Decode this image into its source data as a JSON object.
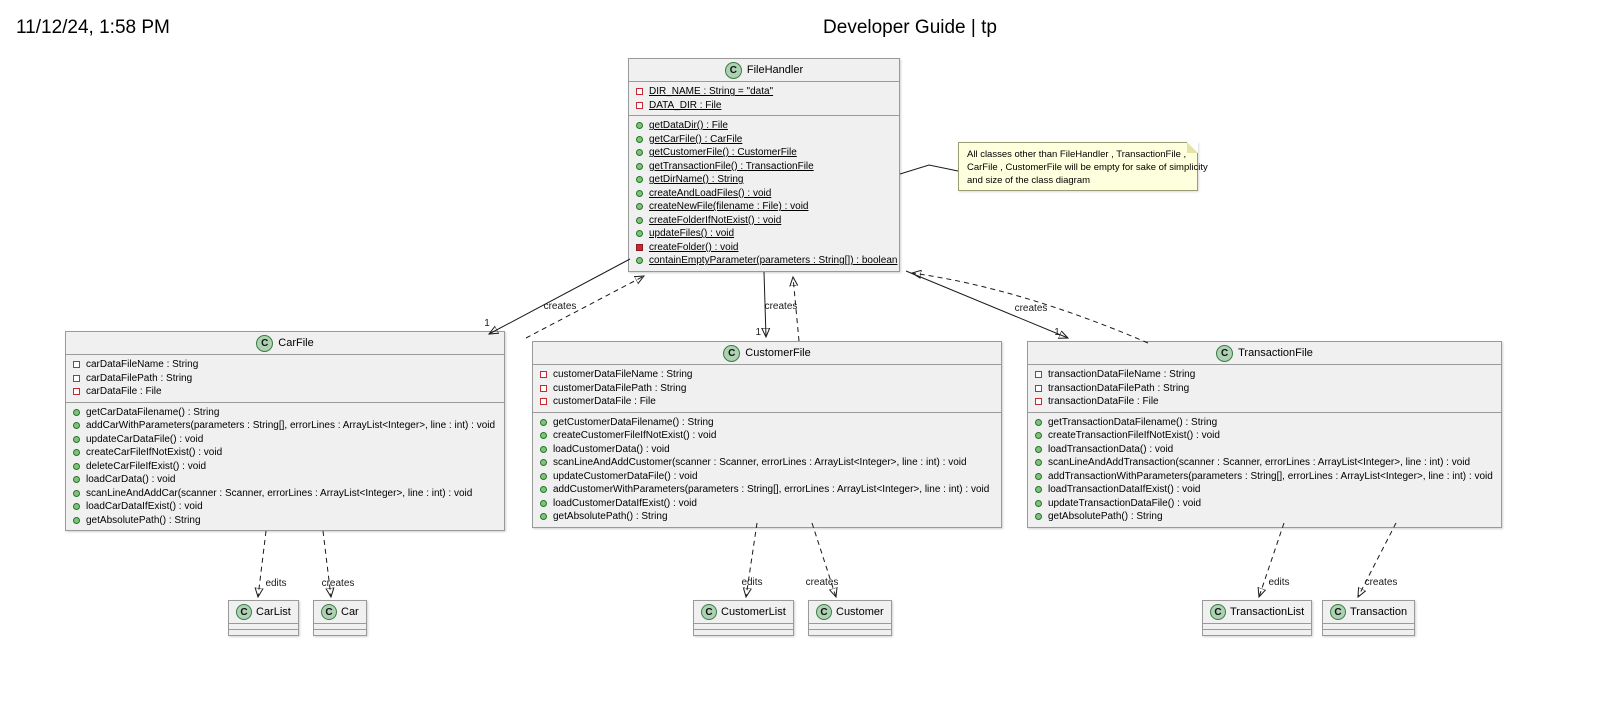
{
  "page": {
    "datetime": "11/12/24, 1:58 PM",
    "title": "Developer Guide | tp"
  },
  "uml": {
    "circle_letter": "C"
  },
  "note": {
    "lines": [
      "All classes other than FileHandler , TransactionFile ,",
      "CarFile , CustomerFile will be empty for sake of simplicity",
      "and size of the class diagram"
    ]
  },
  "classes": {
    "fileHandler": {
      "name": "FileHandler",
      "attributes": [
        {
          "text": "DIR_NAME : String = \"data\"",
          "static": true
        },
        {
          "text": "DATA_DIR : File",
          "static": true
        }
      ],
      "methods": [
        {
          "text": "getDataDir() : File",
          "static": true
        },
        {
          "text": "getCarFile() : CarFile",
          "static": true
        },
        {
          "text": "getCustomerFile() : CustomerFile",
          "static": true
        },
        {
          "text": "getTransactionFile() : TransactionFile",
          "static": true
        },
        {
          "text": "getDirName() : String",
          "static": true
        },
        {
          "text": "createAndLoadFiles() : void",
          "static": true
        },
        {
          "text": "createNewFile(filename : File) : void",
          "static": true
        },
        {
          "text": "createFolderIfNotExist() : void",
          "static": true
        },
        {
          "text": "updateFiles() : void",
          "static": true
        },
        {
          "text": "createFolder() : void",
          "static": true,
          "visibility": "private"
        },
        {
          "text": "containEmptyParameter(parameters : String[]) : boolean",
          "static": true
        }
      ]
    },
    "carFile": {
      "name": "CarFile",
      "attributes": [
        {
          "text": "carDataFileName : String"
        },
        {
          "text": "carDataFilePath : String"
        },
        {
          "text": "carDataFile : File"
        }
      ],
      "methods": [
        {
          "text": "getCarDataFilename() : String"
        },
        {
          "text": "addCarWithParameters(parameters : String[], errorLines : ArrayList<Integer>, line : int) : void"
        },
        {
          "text": "updateCarDataFile() : void"
        },
        {
          "text": "createCarFileIfNotExist() : void"
        },
        {
          "text": "deleteCarFileIfExist() : void"
        },
        {
          "text": "loadCarData() : void"
        },
        {
          "text": "scanLineAndAddCar(scanner : Scanner, errorLines : ArrayList<Integer>, line : int) : void"
        },
        {
          "text": "loadCarDataIfExist() : void"
        },
        {
          "text": "getAbsolutePath() : String"
        }
      ]
    },
    "customerFile": {
      "name": "CustomerFile",
      "attributes": [
        {
          "text": "customerDataFileName : String"
        },
        {
          "text": "customerDataFilePath : String"
        },
        {
          "text": "customerDataFile : File"
        }
      ],
      "methods": [
        {
          "text": "getCustomerDataFilename() : String"
        },
        {
          "text": "createCustomerFileIfNotExist() : void"
        },
        {
          "text": "loadCustomerData() : void"
        },
        {
          "text": "scanLineAndAddCustomer(scanner : Scanner, errorLines : ArrayList<Integer>, line : int) : void"
        },
        {
          "text": "updateCustomerDataFile() : void"
        },
        {
          "text": "addCustomerWithParameters(parameters : String[], errorLines : ArrayList<Integer>, line : int) : void"
        },
        {
          "text": "loadCustomerDataIfExist() : void"
        },
        {
          "text": "getAbsolutePath() : String"
        }
      ]
    },
    "transactionFile": {
      "name": "TransactionFile",
      "attributes": [
        {
          "text": "transactionDataFileName : String"
        },
        {
          "text": "transactionDataFilePath : String"
        },
        {
          "text": "transactionDataFile : File"
        }
      ],
      "methods": [
        {
          "text": "getTransactionDataFilename() : String"
        },
        {
          "text": "createTransactionFileIfNotExist() : void"
        },
        {
          "text": "loadTransactionData() : void"
        },
        {
          "text": "scanLineAndAddTransaction(scanner : Scanner, errorLines : ArrayList<Integer>, line : int) : void"
        },
        {
          "text": "addTransactionWithParameters(parameters : String[], errorLines : ArrayList<Integer>, line : int) : void"
        },
        {
          "text": "loadTransactionDataIfExist() : void"
        },
        {
          "text": "updateTransactionDataFile() : void"
        },
        {
          "text": "getAbsolutePath() : String"
        }
      ]
    }
  },
  "mini_classes": [
    {
      "name": "CarList"
    },
    {
      "name": "Car"
    },
    {
      "name": "CustomerList"
    },
    {
      "name": "Customer"
    },
    {
      "name": "TransactionList"
    },
    {
      "name": "Transaction"
    }
  ],
  "edges": {
    "creates": "creates",
    "edits": "edits",
    "one": "1"
  }
}
